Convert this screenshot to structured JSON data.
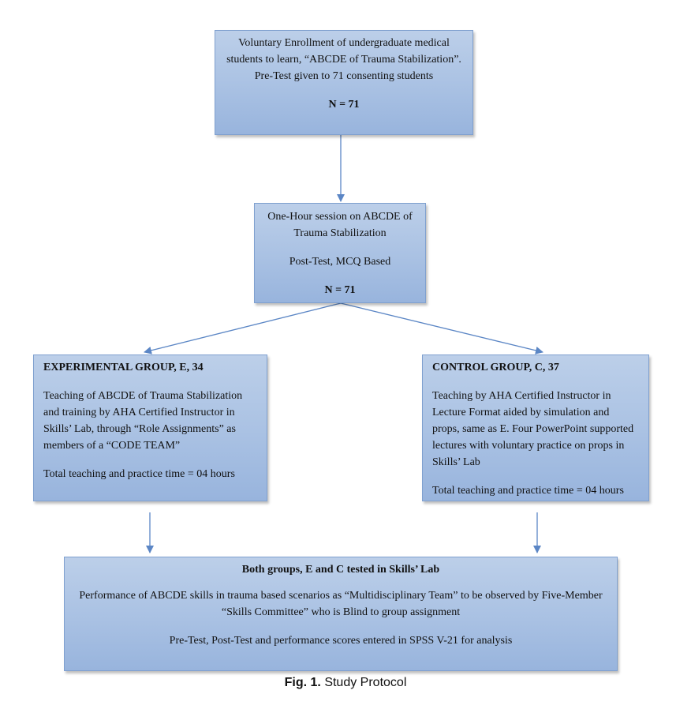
{
  "box_enrollment": {
    "text": "Voluntary Enrollment of undergraduate medical students to learn, “ABCDE of Trauma Stabilization”. Pre-Test given to 71 consenting students",
    "n": "N = 71"
  },
  "box_session": {
    "line1": "One-Hour session on ABCDE of Trauma Stabilization",
    "line2": "Post-Test, MCQ Based",
    "n": "N = 71"
  },
  "box_experimental": {
    "title": "EXPERIMENTAL GROUP, E, 34",
    "text": "Teaching of ABCDE of Trauma Stabilization and training by AHA Certified Instructor in Skills’ Lab, through “Role Assignments” as members of a “CODE TEAM”",
    "time": "Total teaching and practice time = 04 hours"
  },
  "box_control": {
    "title": "CONTROL GROUP, C, 37",
    "text": "Teaching by AHA Certified Instructor in Lecture Format aided by simulation and props, same as E. Four PowerPoint supported lectures with voluntary practice on props in Skills’ Lab",
    "time": "Total teaching and practice time = 04 hours"
  },
  "box_tested": {
    "title": "Both groups, E and C tested in Skills’ Lab",
    "text": "Performance of ABCDE skills in trauma based scenarios as “Multidisciplinary Team” to be observed by Five-Member “Skills Committee” who is Blind to group assignment",
    "scores": "Pre-Test, Post-Test and performance scores entered in SPSS V-21 for analysis"
  },
  "caption": {
    "label": "Fig. 1.",
    "text": "Study Protocol"
  },
  "colors": {
    "box_fill": "#a9c1e3",
    "box_border": "#7fa0cf",
    "arrow": "#5b86c5"
  }
}
